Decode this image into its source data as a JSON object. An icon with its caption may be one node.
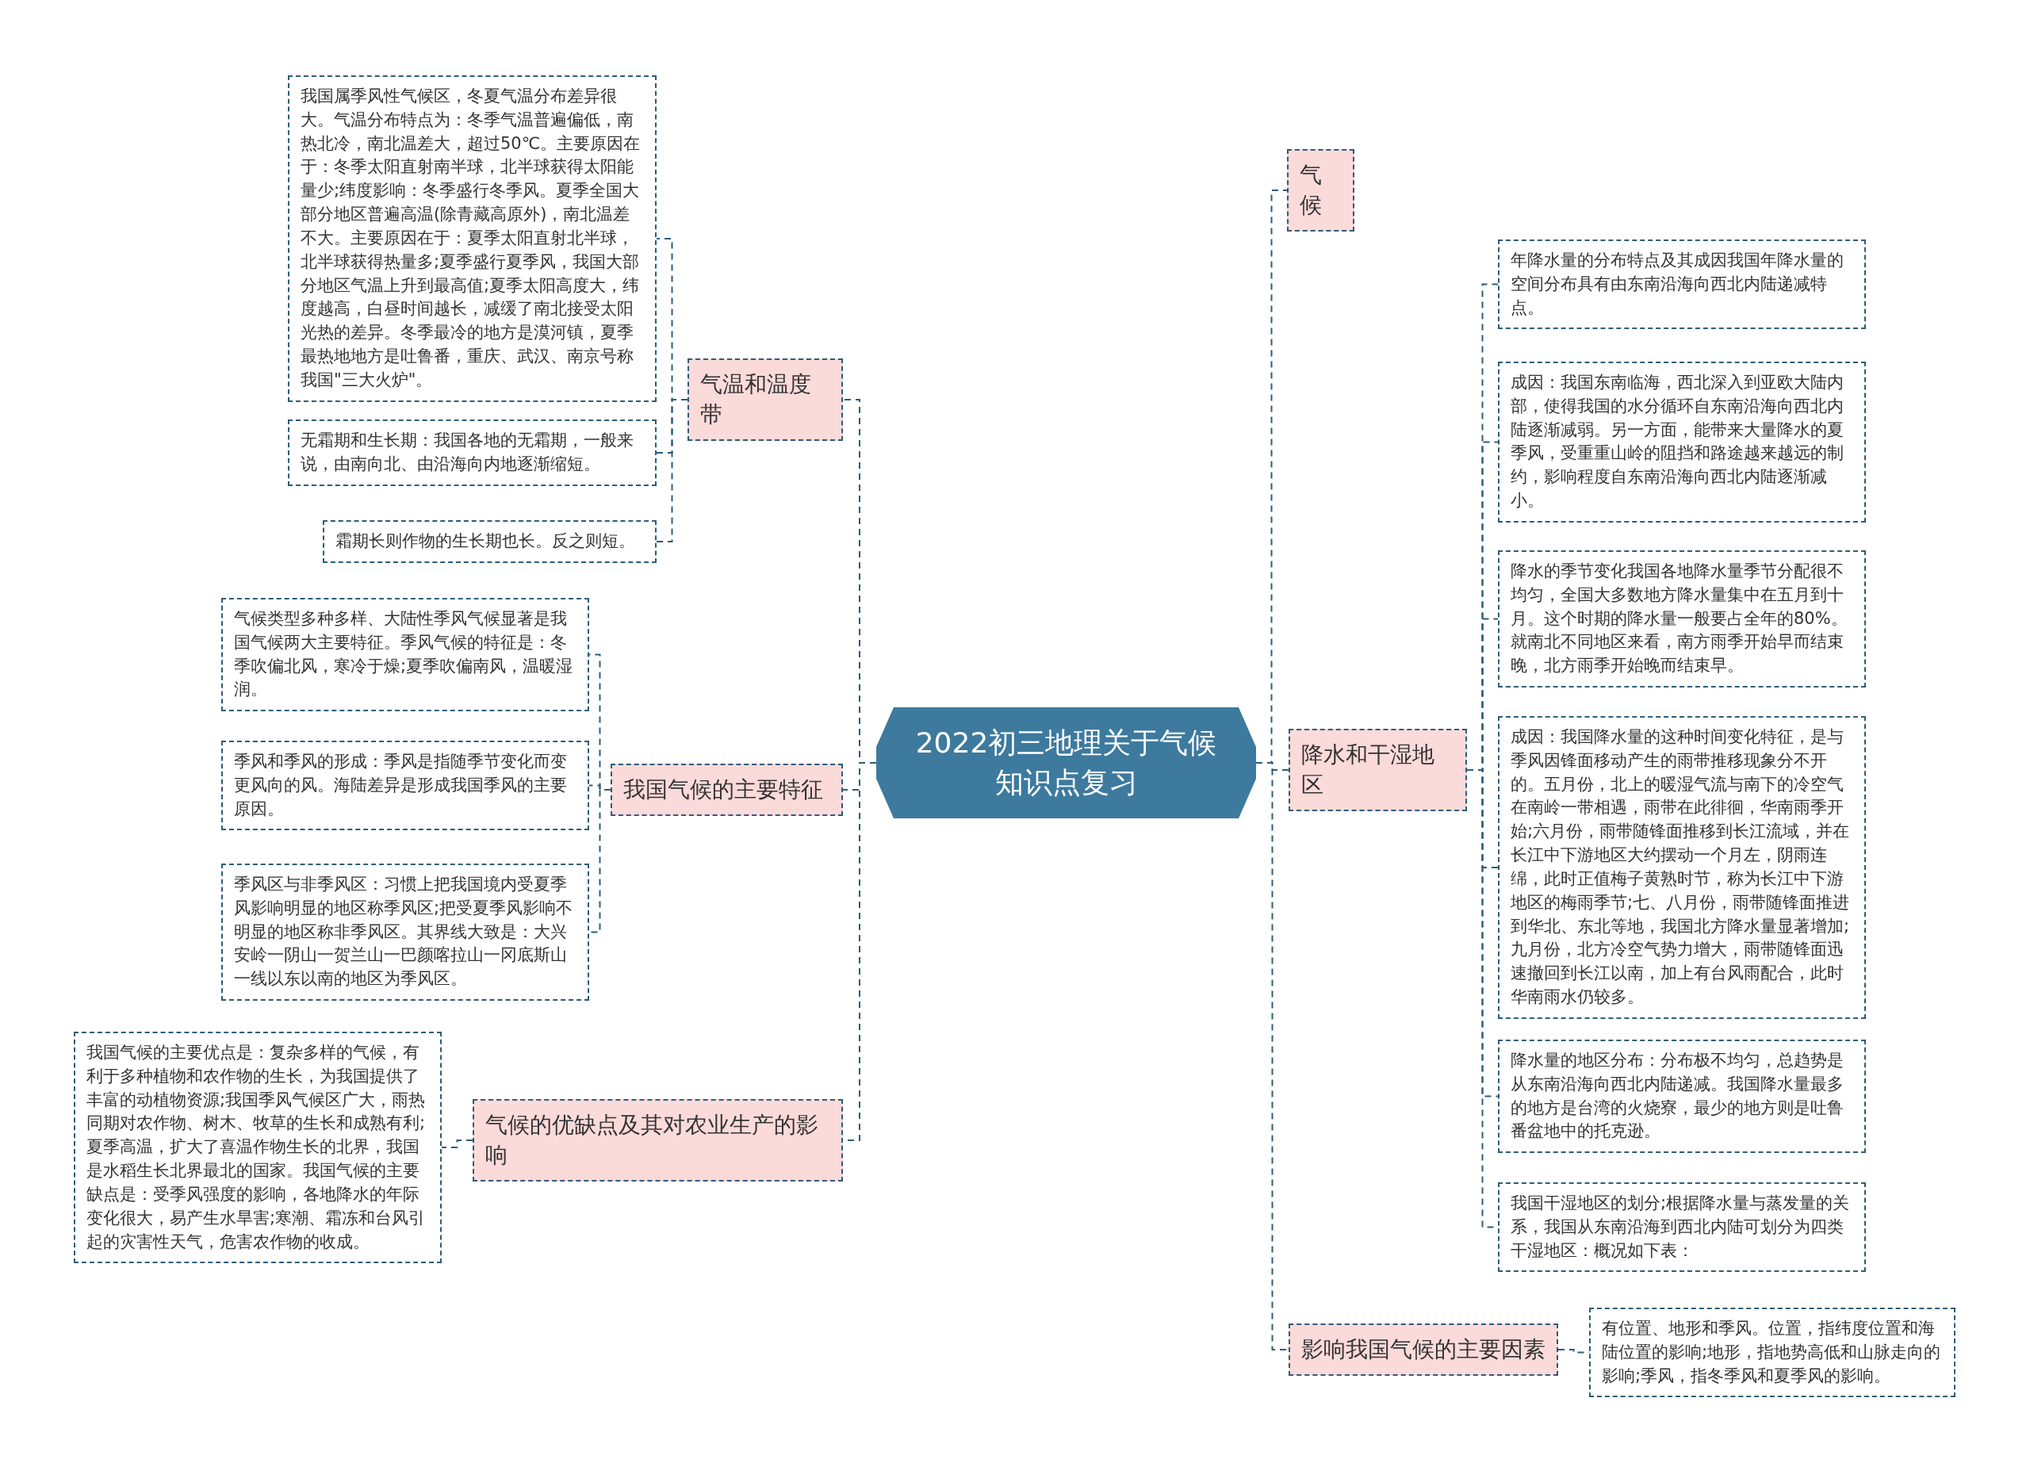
{
  "diagram": {
    "nodes": [
      {
        "text": [
          "2022初三地理关于气候知识点复习"
        ]
      },
      {
        "text": [
          "气温和温度带"
        ]
      },
      {
        "text": [
          "我国属季风性气候区，冬夏气温分布差异很大。气温分布特点为：冬季气温普遍偏低，南热北冷，南北温差大，超过50℃。主要原因在于：冬季太阳直射南半球，北半球获得太阳能量少;纬度影响：冬季盛行冬季风。夏季全国大部分地区普遍高温(除青藏高原外)，南北温差不大。主要原因在于：夏季太阳直射北半球，北半球获得热量多;夏季盛行夏季风，我国大部分地区气温上升到最高值;夏季太阳高度大，纬度越高，白昼时间越长，减缓了南北接受太阳光热的差异。冬季最冷的地方是漠河镇，夏季最热地地方是吐鲁番，重庆、武汉、南京号称我国\"三大火炉\"。"
        ]
      },
      {
        "text": [
          "无霜期和生长期：我国各地的无霜期，一般来说，由南向北、由沿海向内地逐渐缩短。"
        ]
      },
      {
        "text": [
          "霜期长则作物的生长期也长。反之则短。"
        ]
      },
      {
        "text": [
          "我国气候的主要特征"
        ]
      },
      {
        "text": [
          "气候类型多种多样、大陆性季风气候显著是我国气候两大主要特征。季风气候的特征是：冬季吹偏北风，寒冷于燥;夏季吹偏南风，温暖湿润。"
        ]
      },
      {
        "text": [
          "季风和季风的形成：季风是指随季节变化而变更风向的风。海陆差异是形成我国季风的主要原因。"
        ]
      },
      {
        "text": [
          "季风区与非季风区：习惯上把我国境内受夏季风影响明显的地区称季风区;把受夏季风影响不明显的地区称非季风区。其界线大致是：大兴安岭一阴山一贺兰山一巴颜喀拉山一冈底斯山一线以东以南的地区为季风区。"
        ]
      },
      {
        "text": [
          "气候的优缺点及其对农业生产的影响"
        ]
      },
      {
        "text": [
          "我国气候的主要优点是：复杂多样的气候，有利于多种植物和农作物的生长，为我国提供了丰富的动植物资源;我国季风气候区广大，雨热同期对农作物、树木、牧草的生长和成熟有利;夏季高温，扩大了喜温作物生长的北界，我国是水稻生长北界最北的国家。我国气候的主要缺点是：受季风强度的影响，各地降水的年际变化很大，易产生水旱害;寒潮、霜冻和台风引起的灾害性天气，危害农作物的收成。"
        ]
      },
      {
        "text": [
          "气候"
        ]
      },
      {
        "text": [
          "降水和干湿地区"
        ]
      },
      {
        "text": [
          "年降水量的分布特点及其成因我国年降水量的空间分布具有由东南沿海向西北内陆递减特点。"
        ]
      },
      {
        "text": [
          "成因：我国东南临海，西北深入到亚欧大陆内部，使得我国的水分循环自东南沿海向西北内陆逐渐减弱。另一方面，能带来大量降水的夏季风，受重重山岭的阻挡和路途越来越远的制约，影响程度自东南沿海向西北内陆逐渐减小。"
        ]
      },
      {
        "text": [
          "降水的季节变化我国各地降水量季节分配很不均匀，全国大多数地方降水量集中在五月到十月。这个时期的降水量一般要占全年的80%。就南北不同地区来看，南方雨季开始早而结束晚，北方雨季开始晚而结束早。"
        ]
      },
      {
        "text": [
          "成因：我国降水量的这种时间变化特征，是与季风因锋面移动产生的雨带推移现象分不开的。五月份，北上的暖湿气流与南下的冷空气在南岭一带相遇，雨带在此徘徊，华南雨季开始;六月份，雨带随锋面推移到长江流域，并在长江中下游地区大约摆动一个月左，阴雨连绵，此时正值梅子黄熟时节，称为长江中下游地区的梅雨季节;七、八月份，雨带随锋面推进到华北、东北等地，我国北方降水量显著增加;九月份，北方冷空气势力增大，雨带随锋面迅速撤回到长江以南，加上有台风雨配合，此时华南雨水仍较多。"
        ]
      },
      {
        "text": [
          "降水量的地区分布：分布极不均匀，总趋势是从东南沿海向西北内陆递减。我国降水量最多的地方是台湾的火烧寮，最少的地方则是吐鲁番盆地中的托克逊。"
        ]
      },
      {
        "text": [
          "我国干湿地区的划分;根据降水量与蒸发量的关系，我国从东南沿海到西北内陆可划分为四类干湿地区：概况如下表："
        ]
      },
      {
        "text": [
          "影响我国气候的主要因素"
        ]
      },
      {
        "text": [
          "有位置、地形和季风。位置，指纬度位置和海陆位置的影响;地形，指地势高低和山脉走向的影响;季风，指冬季风和夏季风的影响。"
        ]
      }
    ],
    "edges": [
      {
        "from": 0,
        "to": 1,
        "arrow": "none"
      },
      {
        "from": 1,
        "to": 2,
        "arrow": "none"
      },
      {
        "from": 1,
        "to": 3,
        "arrow": "none"
      },
      {
        "from": 1,
        "to": 4,
        "arrow": "none"
      },
      {
        "from": 0,
        "to": 5,
        "arrow": "none"
      },
      {
        "from": 5,
        "to": 6,
        "arrow": "none"
      },
      {
        "from": 5,
        "to": 7,
        "arrow": "none"
      },
      {
        "from": 5,
        "to": 8,
        "arrow": "none"
      },
      {
        "from": 0,
        "to": 9,
        "arrow": "none"
      },
      {
        "from": 9,
        "to": 10,
        "arrow": "none"
      },
      {
        "from": 0,
        "to": 11,
        "arrow": "none"
      },
      {
        "from": 0,
        "to": 12,
        "arrow": "none"
      },
      {
        "from": 12,
        "to": 13,
        "arrow": "none"
      },
      {
        "from": 12,
        "to": 14,
        "arrow": "none"
      },
      {
        "from": 12,
        "to": 15,
        "arrow": "none"
      },
      {
        "from": 12,
        "to": 16,
        "arrow": "none"
      },
      {
        "from": 12,
        "to": 17,
        "arrow": "none"
      },
      {
        "from": 12,
        "to": 18,
        "arrow": "none"
      },
      {
        "from": 0,
        "to": 19,
        "arrow": "none"
      },
      {
        "from": 19,
        "to": 20,
        "arrow": "none"
      }
    ]
  }
}
